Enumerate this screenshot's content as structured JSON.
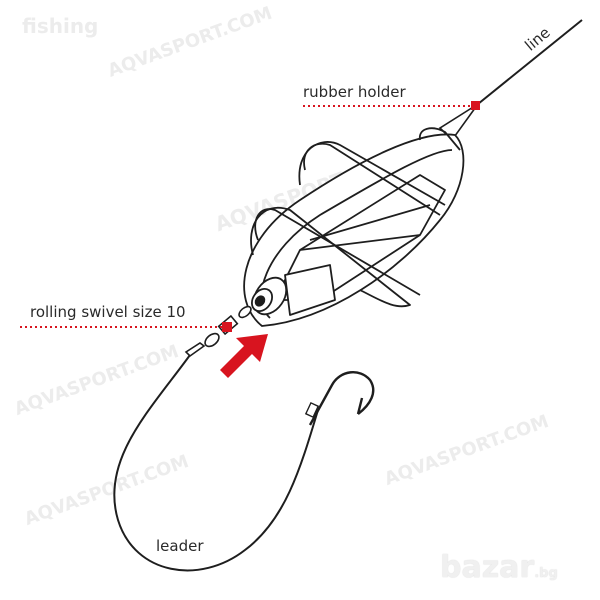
{
  "labels": {
    "line": "line",
    "rubber_holder": "rubber holder",
    "rolling_swivel": "rolling swivel size 10",
    "leader": "leader"
  },
  "watermarks": {
    "top_left": "fishing",
    "site": "AQVASPORT.COM",
    "logo": "bazar",
    "logo_suffix": ".bg"
  },
  "colors": {
    "accent": "#d8141f",
    "ink": "#1e1e1e"
  }
}
